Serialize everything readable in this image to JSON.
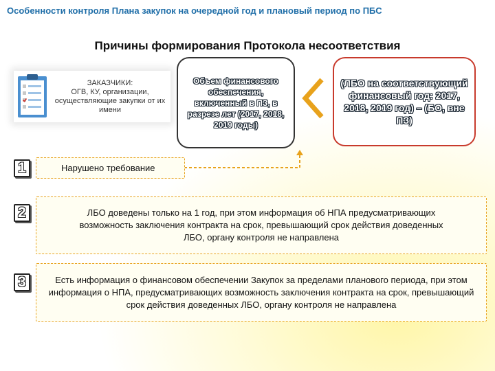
{
  "header": {
    "title": "Особенности контроля Плана закупок на очередной год и плановый период по ПБС"
  },
  "section": {
    "title": "Причины формирования Протокола несоответствия"
  },
  "customer_box": {
    "title": "ЗАКАЗЧИКИ:",
    "text": "ОГВ, КУ, организации, осуществляющие закупки от их имени",
    "icon": "clipboard-icon"
  },
  "volume_box": {
    "text": "Объем финансового обеспечения, включенный в ПЗ, в разрезе лет (2017, 2018, 2019 годы)"
  },
  "comparison": {
    "symbol": "less-than-icon",
    "color": "#e8a21c"
  },
  "lbo_box": {
    "text": "(ЛБО на соответствующий финансовый год: 2017, 2018, 2019 год) – (БО, вне ПЗ)"
  },
  "reasons": [
    {
      "number": "1",
      "text": "Нарушено требование"
    },
    {
      "number": "2",
      "text": "ЛБО доведены только на 1 год, при этом информация об НПА предусматривающих возможность заключения контракта на срок, превышающий срок действия доведенных ЛБО, органу контроля не направлена"
    },
    {
      "number": "3",
      "text": "Есть информация о финансовом обеспечении Закупок за пределами планового периода, при этом информация о НПА, предусматривающих возможность заключения контракта на срок, превышающий срок действия доведенных ЛБО, органу контроля не направлена"
    }
  ],
  "colors": {
    "header": "#1f6ea8",
    "accent": "#e8a21c",
    "lbo_border": "#c83a2c"
  }
}
